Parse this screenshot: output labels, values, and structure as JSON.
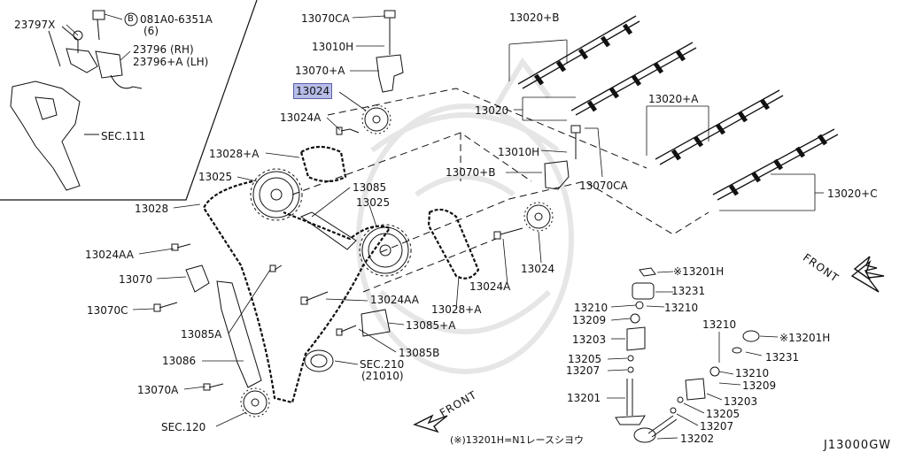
{
  "labels": {
    "l_23797x": "23797X",
    "l_bolt_code": "081A0-6351A",
    "l_bolt_qty": "(6)",
    "l_23796_rh": "23796  (RH)",
    "l_23796a_lh": "23796+A (LH)",
    "l_sec111": "SEC.111",
    "l_13070ca_top": "13070CA",
    "l_13010h_top": "13010H",
    "l_13070a": "13070+A",
    "l_13024": "13024",
    "l_13024a_top": "13024A",
    "l_13028a_top": "13028+A",
    "l_13025_left": "13025",
    "l_13028": "13028",
    "l_13085": "13085",
    "l_13025_mid": "13025",
    "l_13024aa_left": "13024AA",
    "l_13070": "13070",
    "l_13070c": "13070C",
    "l_13085a": "13085A",
    "l_13086": "13086",
    "l_13070a_low": "13070A",
    "l_sec120": "SEC.120",
    "l_13024aa_mid": "13024AA",
    "l_13085b_plus": "13085+A",
    "l_13085b": "13085B",
    "l_sec210": "SEC.210",
    "l_21010": "(21010)",
    "l_13028a_low": "13028+A",
    "l_13024a_low": "13024A",
    "l_13024_low": "13024",
    "l_13020b": "13020+B",
    "l_13020": "13020",
    "l_13010h_mid": "13010H",
    "l_13070b": "13070+B",
    "l_13070ca_mid": "13070CA",
    "l_13020a": "13020+A",
    "l_13020c": "13020+C",
    "l_13201h_l": "13201H",
    "l_13231_l": "13231",
    "l_13210_l1": "13210",
    "l_13210_l2": "13210",
    "l_13209_l": "13209",
    "l_13203_l": "13203",
    "l_13205_l": "13205",
    "l_13207_l": "13207",
    "l_13201": "13201",
    "l_13210_r_top": "13210",
    "l_13201h_r": "13201H",
    "l_13231_r": "13231",
    "l_13210_r": "13210",
    "l_13209_r": "13209",
    "l_13203_r": "13203",
    "l_13205_r": "13205",
    "l_13207_r": "13207",
    "l_13202": "13202"
  },
  "front_upper": "FRONT",
  "front_lower": "FRONT",
  "footnote": "(※)13201H=N1レースシヨウ",
  "diagram_code": "J13000GW",
  "circled_b": "B",
  "star": "※",
  "colors": {
    "line": "#111111",
    "highlight": "#b7bde8"
  }
}
